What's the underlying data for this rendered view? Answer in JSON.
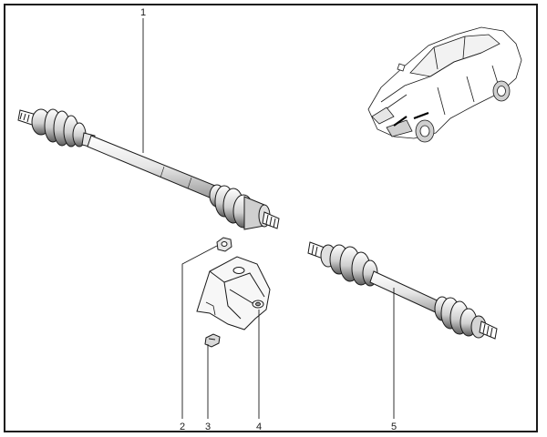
{
  "diagram": {
    "type": "exploded-parts-diagram",
    "callouts": [
      {
        "id": "1",
        "label": "1",
        "part": "left-drive-shaft"
      },
      {
        "id": "2",
        "label": "2",
        "part": "nut"
      },
      {
        "id": "3",
        "label": "3",
        "part": "bolt"
      },
      {
        "id": "4",
        "label": "4",
        "part": "bearing-bracket"
      },
      {
        "id": "5",
        "label": "5",
        "part": "right-drive-shaft"
      }
    ],
    "parts": [
      "left-drive-shaft",
      "nut",
      "bolt",
      "bearing-bracket",
      "right-drive-shaft",
      "car-inset"
    ]
  },
  "colors": {
    "line": "#1a1a1a",
    "fill": "#ffffff",
    "shade": "#d9d9d9",
    "dark": "#9a9a9a"
  }
}
